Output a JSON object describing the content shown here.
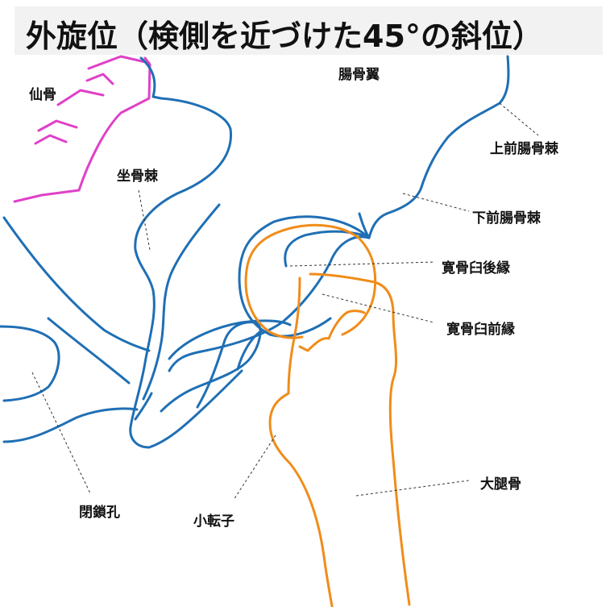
{
  "title": "外旋位（検側を近づけた45°の斜位）",
  "labels": {
    "sacrum": "仙骨",
    "ilium_wing": "腸骨翼",
    "asis": "上前腸骨棘",
    "ischial_spine": "坐骨棘",
    "aiis": "下前腸骨棘",
    "posterior_rim": "寛骨臼後縁",
    "anterior_rim": "寛骨臼前縁",
    "obturator_foramen": "閉鎖孔",
    "lesser_trochanter": "小転子",
    "femur": "大腿骨"
  },
  "colors": {
    "pelvis": "#1f6fb5",
    "sacrum": "#e040c8",
    "femur": "#f08c1a",
    "leader": "#333333"
  }
}
